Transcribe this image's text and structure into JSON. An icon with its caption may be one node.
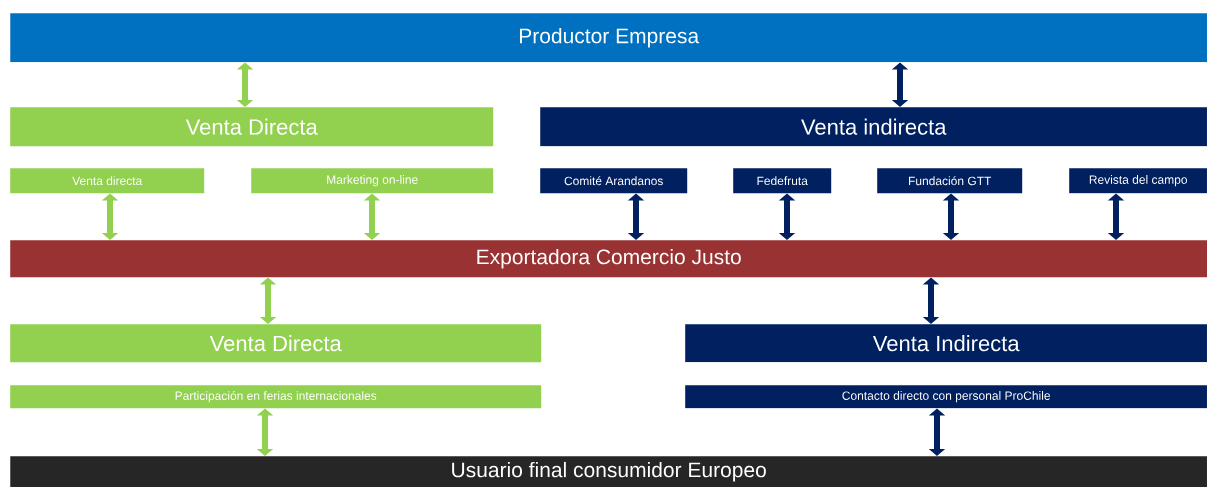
{
  "diagram": {
    "nodes": [
      {
        "text": [
          "Productor Empresa"
        ]
      },
      {
        "text": [
          "Venta Directa"
        ]
      },
      {
        "text": [
          "Venta indirecta"
        ]
      },
      {
        "text": [
          "Venta directa"
        ]
      },
      {
        "text": [
          "Marketing on-line"
        ]
      },
      {
        "text": [
          "Comité Arandanos"
        ]
      },
      {
        "text": [
          "Fedefruta"
        ]
      },
      {
        "text": [
          "Fundación GTT"
        ]
      },
      {
        "text": [
          "Revista del campo"
        ]
      },
      {
        "text": [
          "Exportadora Comercio Justo"
        ]
      },
      {
        "text": [
          "Venta Directa"
        ]
      },
      {
        "text": [
          "Venta Indirecta"
        ]
      },
      {
        "text": [
          "Participación en ferias internacionales"
        ]
      },
      {
        "text": [
          "Contacto directo con personal ProChile"
        ]
      },
      {
        "text": [
          "Usuario final consumidor Europeo"
        ]
      }
    ],
    "edges": [
      {
        "from": 0,
        "to": 1,
        "arrow": "both",
        "color": "#92d050"
      },
      {
        "from": 0,
        "to": 2,
        "arrow": "both"
      },
      {
        "from": 3,
        "to": 9,
        "arrow": "both",
        "color": "#92d050"
      },
      {
        "from": 4,
        "to": 9,
        "arrow": "both",
        "color": "#92d050"
      },
      {
        "from": 5,
        "to": 9,
        "arrow": "both"
      },
      {
        "from": 6,
        "to": 9,
        "arrow": "both"
      },
      {
        "from": 7,
        "to": 9,
        "arrow": "both"
      },
      {
        "from": 8,
        "to": 9,
        "arrow": "both"
      },
      {
        "from": 9,
        "to": 10,
        "arrow": "both",
        "color": "#92d050"
      },
      {
        "from": 9,
        "to": 11,
        "arrow": "both"
      },
      {
        "from": 12,
        "to": 14,
        "arrow": "both",
        "color": "#92d050"
      },
      {
        "from": 13,
        "to": 14,
        "arrow": "both"
      }
    ]
  }
}
